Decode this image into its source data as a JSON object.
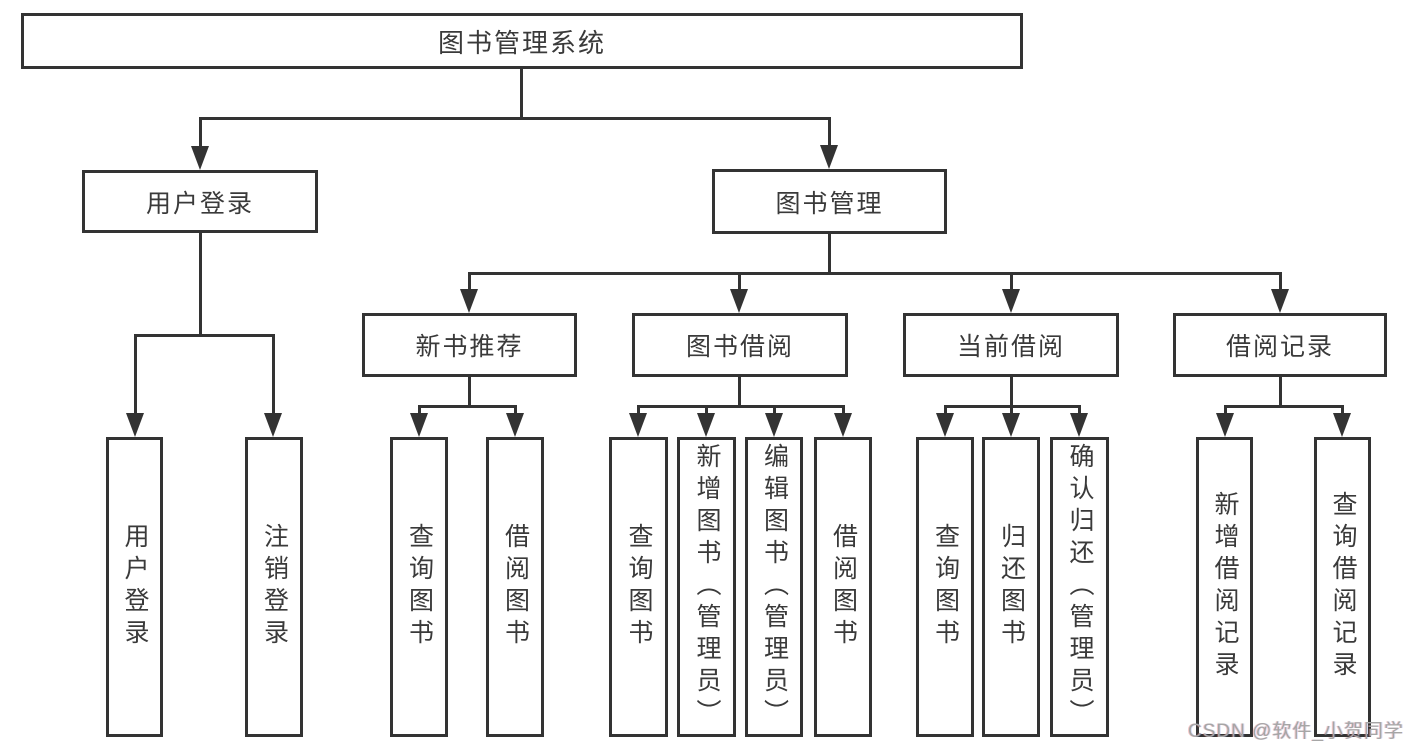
{
  "diagram": {
    "line_color": "#333333",
    "box_border_color": "#333333",
    "text_color": "#3a3a3a",
    "root": {
      "label": "图书管理系统"
    },
    "modules": [
      {
        "label": "用户登录",
        "children": [
          {
            "label": "用户登录"
          },
          {
            "label": "注销登录"
          }
        ]
      },
      {
        "label": "图书管理",
        "submodules": [
          {
            "label": "新书推荐",
            "children": [
              {
                "label": "查询图书"
              },
              {
                "label": "借阅图书"
              }
            ]
          },
          {
            "label": "图书借阅",
            "children": [
              {
                "label": "查询图书"
              },
              {
                "label": "新增图书（管理员）"
              },
              {
                "label": "编辑图书（管理员）"
              },
              {
                "label": "借阅图书"
              }
            ]
          },
          {
            "label": "当前借阅",
            "children": [
              {
                "label": "查询图书"
              },
              {
                "label": "归还图书"
              },
              {
                "label": "确认归还（管理员）"
              }
            ]
          },
          {
            "label": "借阅记录",
            "children": [
              {
                "label": "新增借阅记录"
              },
              {
                "label": "查询借阅记录"
              }
            ]
          }
        ]
      }
    ]
  },
  "watermark": {
    "text": "CSDN @软件_小贺同学",
    "color": "#a6a6a6"
  }
}
